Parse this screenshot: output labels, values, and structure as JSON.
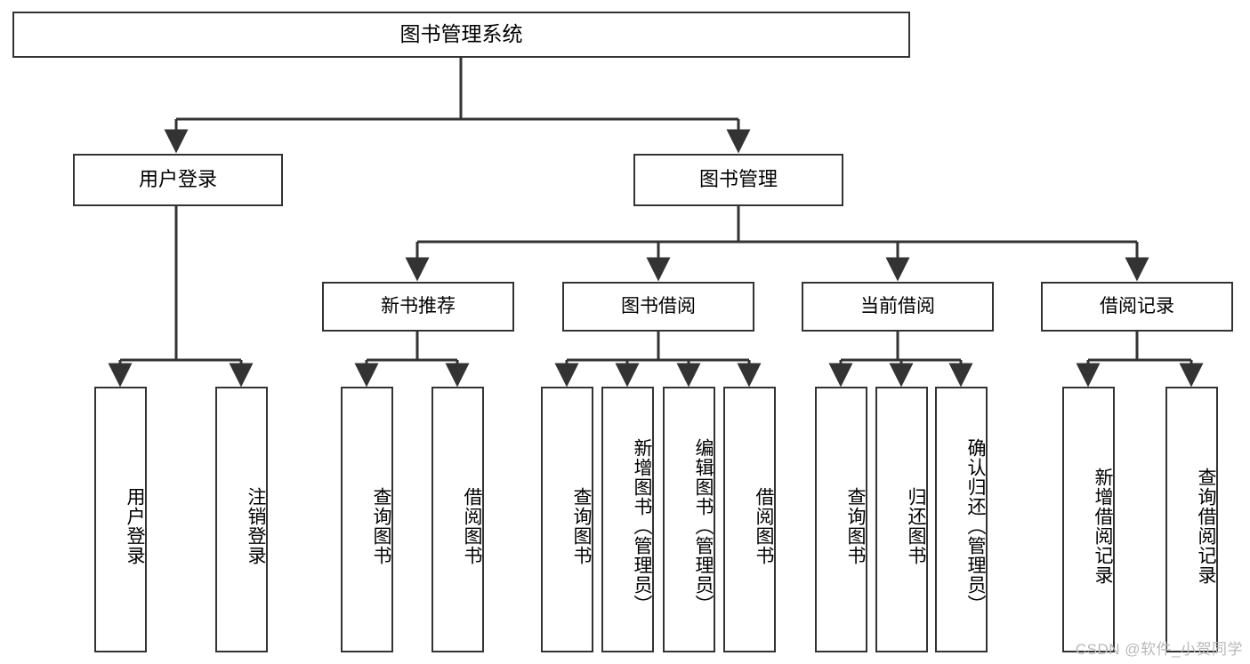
{
  "diagram": {
    "title": "图书管理系统",
    "type": "tree-hierarchy",
    "orientation": "top-down",
    "colors": {
      "box_border": "#333333",
      "box_fill": "#ffffff",
      "edge": "#333333",
      "text": "#000000",
      "watermark": "#b9b9b9"
    },
    "root": {
      "id": "root",
      "label": "图书管理系统"
    },
    "level2": [
      {
        "id": "user-login",
        "label": "用户登录"
      },
      {
        "id": "book-manage",
        "label": "图书管理"
      }
    ],
    "level3": [
      {
        "id": "new-book-recommend",
        "label": "新书推荐",
        "parent": "book-manage"
      },
      {
        "id": "book-borrow",
        "label": "图书借阅",
        "parent": "book-manage"
      },
      {
        "id": "current-borrow",
        "label": "当前借阅",
        "parent": "book-manage"
      },
      {
        "id": "borrow-record",
        "label": "借阅记录",
        "parent": "book-manage"
      }
    ],
    "leaves": [
      {
        "id": "leaf-user-login",
        "label": "用户登录",
        "parent": "user-login"
      },
      {
        "id": "leaf-user-logout",
        "label": "注销登录",
        "parent": "user-login"
      },
      {
        "id": "leaf-query-book-1",
        "label": "查询图书",
        "parent": "new-book-recommend"
      },
      {
        "id": "leaf-borrow-book-1",
        "label": "借阅图书",
        "parent": "new-book-recommend"
      },
      {
        "id": "leaf-query-book-2",
        "label": "查询图书",
        "parent": "book-borrow"
      },
      {
        "id": "leaf-add-book",
        "label": "新增图书（管理员）",
        "parent": "book-borrow"
      },
      {
        "id": "leaf-edit-book",
        "label": "编辑图书（管理员）",
        "parent": "book-borrow"
      },
      {
        "id": "leaf-borrow-book-2",
        "label": "借阅图书",
        "parent": "book-borrow"
      },
      {
        "id": "leaf-query-book-3",
        "label": "查询图书",
        "parent": "current-borrow"
      },
      {
        "id": "leaf-return-book",
        "label": "归还图书",
        "parent": "current-borrow"
      },
      {
        "id": "leaf-confirm-return",
        "label": "确认归还（管理员）",
        "parent": "current-borrow"
      },
      {
        "id": "leaf-add-record",
        "label": "新增借阅记录",
        "parent": "borrow-record"
      },
      {
        "id": "leaf-query-record",
        "label": "查询借阅记录",
        "parent": "borrow-record"
      }
    ],
    "watermark": "CSDN @软件_小贺同学"
  }
}
